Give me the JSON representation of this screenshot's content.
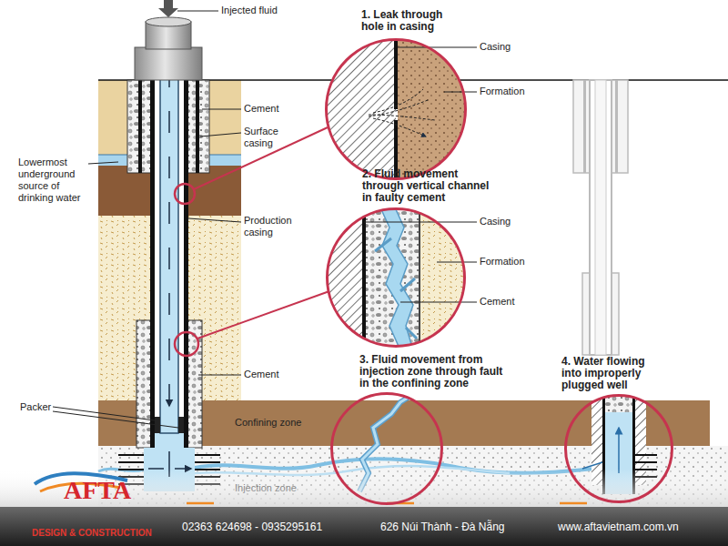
{
  "diagram": {
    "nodes": [
      {
        "text": [
          "1. Leak through hole in casing"
        ]
      },
      {
        "text": [
          "2. Fluid movement through vertical channel in faulty cement"
        ]
      },
      {
        "text": [
          "Confining zone"
        ]
      },
      {
        "text": [
          "3. Fluid movement from injection zone through fault in the confining zone"
        ]
      },
      {
        "text": [
          "4. Water flowing into improperly plugged well"
        ]
      },
      {
        "text": [
          "Injection zone"
        ]
      }
    ],
    "labels": [
      "Injected fluid",
      "Cement",
      "Surface casing",
      "Lowermost underground source of drinking water",
      "Production casing",
      "Cement",
      "Packer",
      "Casing",
      "Formation",
      "Casing",
      "Formation",
      "Cement",
      "AFTA",
      "DESIGN & CONSTRUCTION",
      "02363 624698 - 0935295161",
      "626 Núi Thành - Đà Nẵng",
      "www.aftavietnam.com.vn"
    ]
  }
}
